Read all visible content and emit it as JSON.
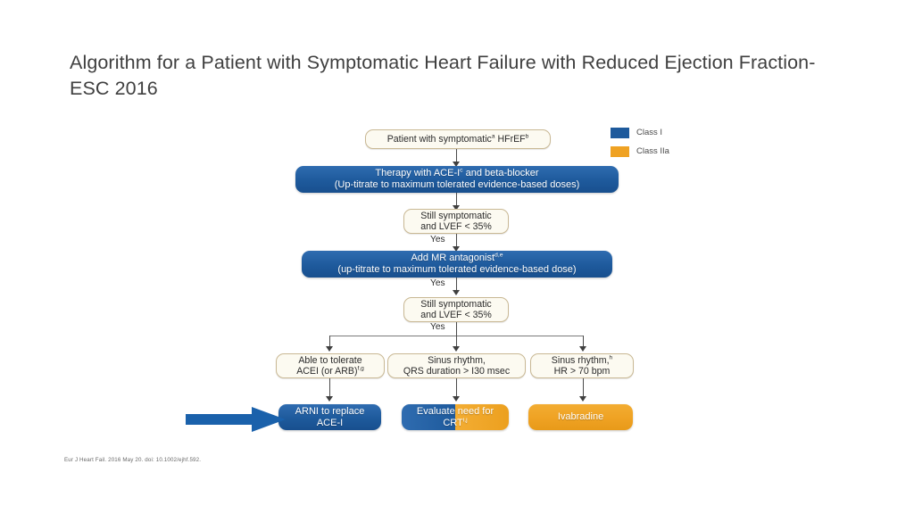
{
  "slide": {
    "title": "Algorithm for a Patient with Symptomatic Heart Failure with Reduced Ejection Fraction- ESC 2016",
    "citation": "Eur J Heart Fail. 2016 May 20. doi: 10.1002/ejhf.592."
  },
  "colors": {
    "class_i_blue": "#1e5a9c",
    "class_iia_orange": "#efa223",
    "cream_box_fill": "#fcfaf1",
    "cream_box_border": "#c9b894",
    "connector": "#4a4a4a",
    "pointer_arrow": "#1a61ab"
  },
  "legend": {
    "items": [
      {
        "label": "Class I",
        "color": "#1e5a9c",
        "swatch": "class-i-swatch"
      },
      {
        "label": "Class IIa",
        "color": "#efa223",
        "swatch": "class-iia-swatch"
      }
    ]
  },
  "flowchart": {
    "nodes": [
      {
        "id": "patient",
        "style": "cream",
        "line1": "Patient with symptomatic",
        "sup1": "a",
        "line1b": " HFrEF",
        "sup1b": "b"
      },
      {
        "id": "ace-beta-blocker",
        "style": "blue",
        "line1": "Therapy with ACE-I",
        "sup1": "c",
        "line1b": " and beta-blocker",
        "line2": "(Up-titrate to maximum tolerated evidence-based doses)"
      },
      {
        "id": "still-symptomatic-1",
        "style": "cream",
        "line1": "Still symptomatic",
        "line2": "and LVEF < 35%"
      },
      {
        "id": "mr-antagonist",
        "style": "blue",
        "line1": "Add MR antagonist",
        "sup1": "d,e",
        "line2": "(up-titrate to maximum tolerated evidence-based dose)"
      },
      {
        "id": "still-symptomatic-2",
        "style": "cream",
        "line1": "Still symptomatic",
        "line2": "and LVEF < 35%"
      },
      {
        "id": "tolerate-acei",
        "style": "cream",
        "line1": "Able to tolerate",
        "line2": "ACEI (or ARB)",
        "sup2": "f,g"
      },
      {
        "id": "qrs-duration",
        "style": "cream",
        "line1": "Sinus rhythm,",
        "line2": "QRS duration > I30 msec"
      },
      {
        "id": "heart-rate",
        "style": "cream",
        "line1": "Sinus rhythm,",
        "sup1": "h",
        "line2": "HR > 70 bpm"
      },
      {
        "id": "arni",
        "style": "blue",
        "line1": "ARNI to replace",
        "line2": "ACE-I"
      },
      {
        "id": "crt",
        "style": "split",
        "line1": "Evaluate need for",
        "line2": "CRT",
        "sup2": "i,j"
      },
      {
        "id": "ivabradine",
        "style": "orange",
        "line1": "Ivabradine"
      }
    ],
    "branch_labels": {
      "yes_1": "Yes",
      "yes_2": "Yes",
      "yes_3": "Yes"
    }
  }
}
